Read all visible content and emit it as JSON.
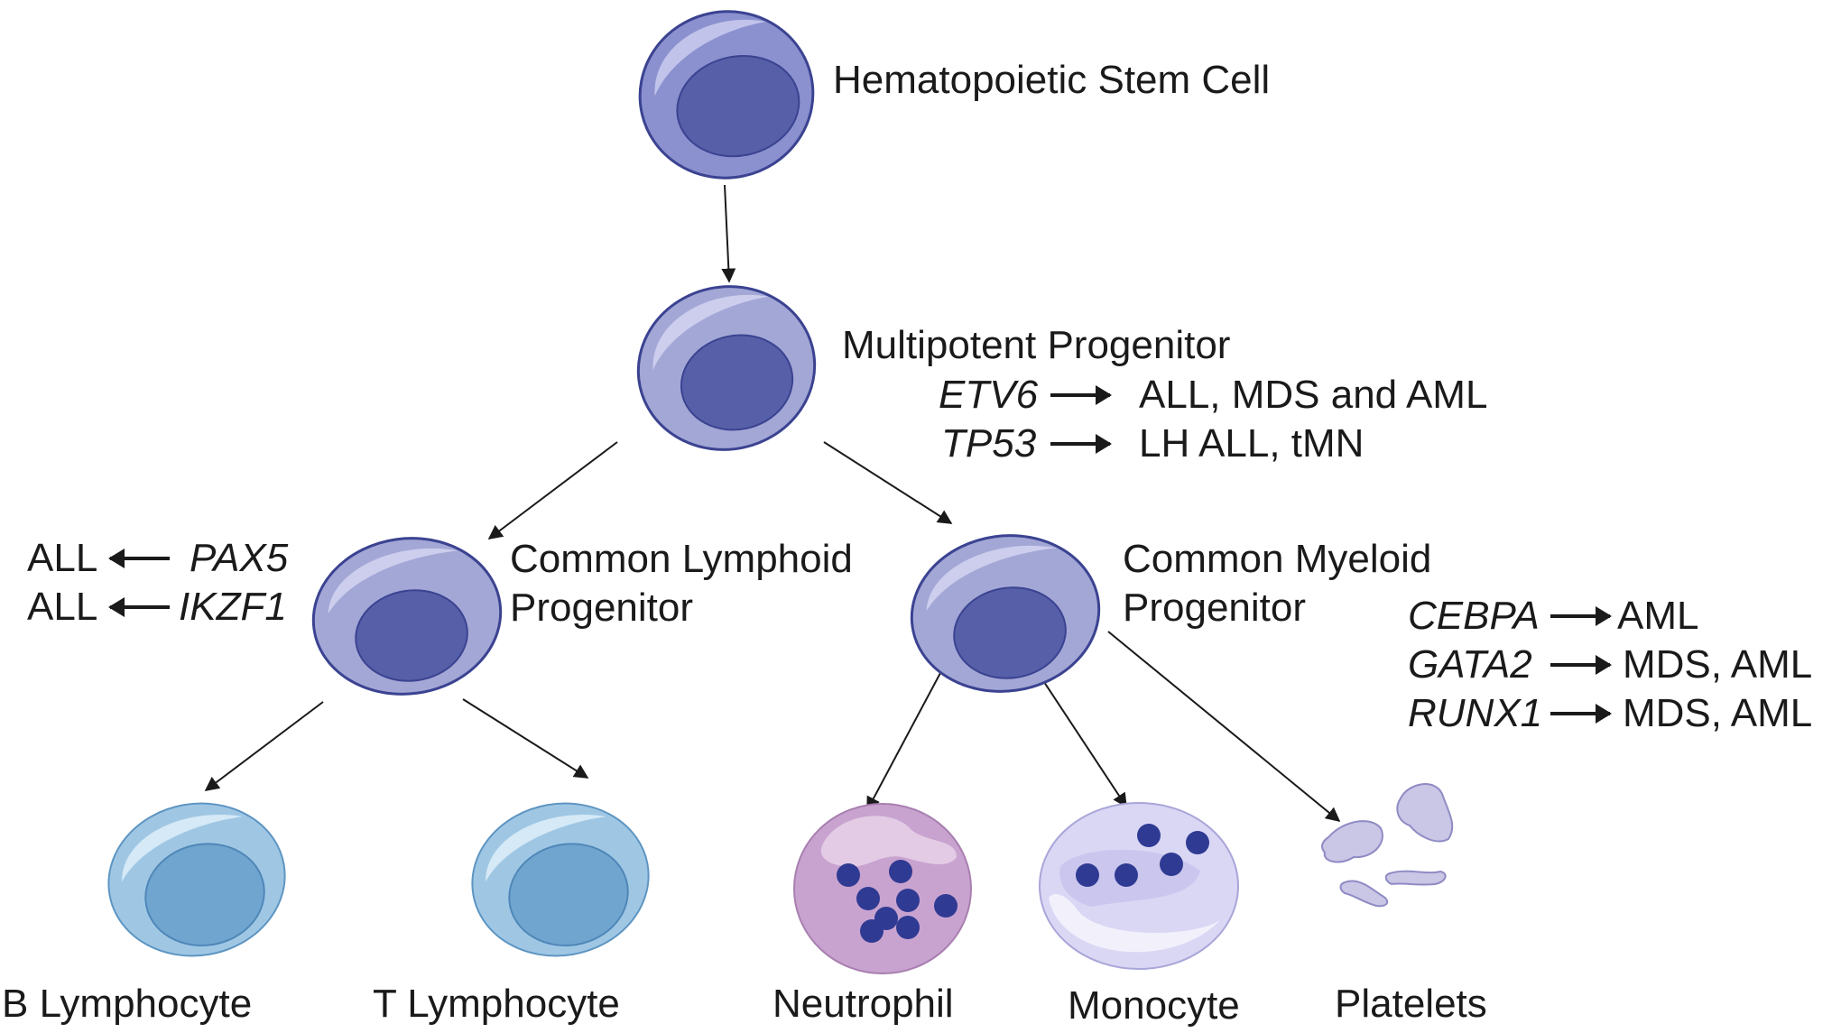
{
  "nodes": {
    "hsc": {
      "label": "Hematopoietic Stem Cell"
    },
    "mpp": {
      "label": "Multipotent Progenitor"
    },
    "clp": {
      "label_line1": "Common Lymphoid",
      "label_line2": "Progenitor"
    },
    "cmp": {
      "label_line1": "Common Myeloid",
      "label_line2": "Progenitor"
    },
    "b_lymphocyte": {
      "label": "B Lymphocyte"
    },
    "t_lymphocyte": {
      "label": "T Lymphocyte"
    },
    "neutrophil": {
      "label": "Neutrophil"
    },
    "monocyte": {
      "label": "Monocyte"
    },
    "platelets": {
      "label": "Platelets"
    }
  },
  "mpp_genes": [
    {
      "gene": "ETV6",
      "disease": "ALL, MDS and AML"
    },
    {
      "gene": "TP53",
      "disease": "LH ALL, tMN"
    }
  ],
  "clp_genes": [
    {
      "gene": "PAX5",
      "disease": "ALL"
    },
    {
      "gene": "IKZF1",
      "disease": "ALL"
    }
  ],
  "cmp_genes": [
    {
      "gene": "CEBPA",
      "disease": "AML"
    },
    {
      "gene": "GATA2",
      "disease": "MDS, AML"
    },
    {
      "gene": "RUNX1",
      "disease": "MDS, AML"
    }
  ],
  "colors": {
    "progenitor_outer": "#a3a7d6",
    "progenitor_nucleus": "#565fa8",
    "stem_outer": "#8b91cf",
    "lymphocyte_outer": "#9fc7e4",
    "lymphocyte_nucleus": "#6fa5cf",
    "neutrophil": "#c9a3cf",
    "monocyte": "#d9d7f4",
    "granule": "#2f3a93",
    "platelet": "#c9c6e6"
  }
}
